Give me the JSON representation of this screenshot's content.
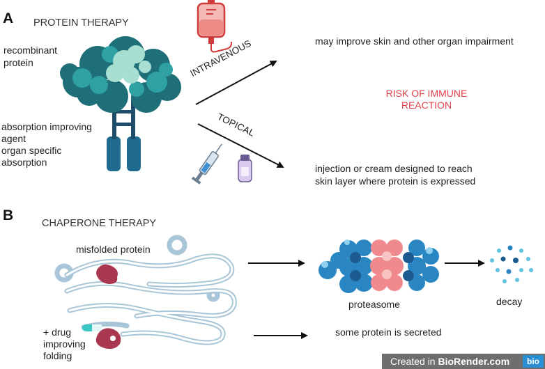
{
  "panel_a": {
    "letter": "A",
    "heading": "PROTEIN THERAPY",
    "recombinant_line1": "recombinant",
    "recombinant_line2": "protein",
    "absorption_line1": "absorption improving",
    "absorption_line2": "agent",
    "absorption_line3": "organ specific",
    "absorption_line4": "absorption",
    "route_intravenous": "INTRAVENOUS",
    "route_topical": "TOPICAL",
    "intravenous_outcome": "may improve skin and other organ impairment",
    "risk_line1": "RISK OF IMMUNE",
    "risk_line2": "REACTION",
    "topical_outcome_line1": "injection or cream designed to reach",
    "topical_outcome_line2": "skin layer where protein is expressed"
  },
  "panel_b": {
    "letter": "B",
    "heading": "CHAPERONE THERAPY",
    "misfolded_label": "misfolded protein",
    "drug_line1": "+ drug",
    "drug_line2": "improving",
    "drug_line3": "folding",
    "proteasome_label": "proteasome",
    "decay_label": "decay",
    "secreted_label": "some protein is secreted"
  },
  "footer": {
    "created_in": "Created in ",
    "brand": "BioRender.com",
    "logo": "bio"
  },
  "colors": {
    "protein_dark": "#1f6f78",
    "protein_mid": "#2fa0a3",
    "protein_light": "#a7e0d2",
    "linker": "#1d4d6b",
    "risk_red": "#e0414b",
    "proteasome_blue": "#2a86c2",
    "proteasome_red": "#f08a8e",
    "misfolded": "#a8374f",
    "er_stroke": "#a9c6d8"
  },
  "icons": [
    "iv-bag-icon",
    "syringe-icon",
    "cream-bottle-icon",
    "arrow-icon",
    "recombinant-protein-icon",
    "endoplasmic-reticulum-icon",
    "proteasome-icon",
    "decay-particles-icon"
  ]
}
